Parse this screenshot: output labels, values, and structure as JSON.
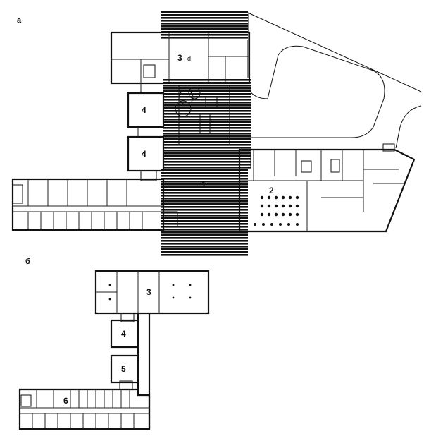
{
  "plan": {
    "section_a_label": "а",
    "section_b_label": "б",
    "plan_a_labels": {
      "upper_block": "3",
      "upper_block_small": "d",
      "hall_1": "4",
      "hall_2": "4",
      "atrium": "1",
      "dining": "2"
    },
    "plan_b_labels": {
      "upper_block": "3",
      "hall_1": "4",
      "hall_2": "5",
      "corridor_wing": "6"
    }
  }
}
